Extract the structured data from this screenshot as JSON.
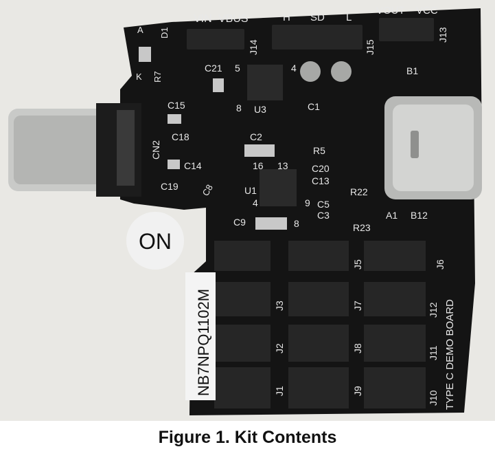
{
  "figure": {
    "caption": "Figure 1. Kit Contents"
  },
  "board": {
    "silkscreen": {
      "vin": "VIN",
      "vbus": "VBUS",
      "h": "H",
      "sd": "SD",
      "l": "L",
      "vout": "VOUT",
      "vcc": "VCC",
      "j14": "J14",
      "j15": "J15",
      "j13": "J13",
      "d1": "D1",
      "a": "A",
      "k": "K",
      "r7": "R7",
      "c21": "C21",
      "pin5": "5",
      "pin4": "4",
      "pin8": "8",
      "u3": "U3",
      "b1": "B1",
      "c15": "C15",
      "c18": "C18",
      "cn2": "CN2",
      "c14": "C14",
      "c19": "C19",
      "c2": "C2",
      "pin16": "16",
      "pin13": "13",
      "c8": "C8",
      "u1": "U1",
      "pin4b": "4",
      "pin9": "9",
      "c9": "C9",
      "pin8b": "8",
      "c20": "C20",
      "c13": "C13",
      "r22": "R22",
      "c5": "C5",
      "c3": "C3",
      "r23": "R23",
      "r5": "R5",
      "c1": "C1",
      "a1": "A1",
      "b12": "B12",
      "j6": "J6",
      "j5": "J5",
      "j3": "J3",
      "j7": "J7",
      "j12": "J12",
      "j2": "J2",
      "j8": "J8",
      "j11": "J11",
      "j1": "J1",
      "j9": "J9",
      "j10": "J10",
      "demo_board": "TYPE C DEMO BOARD",
      "logo": "ON",
      "part_number": "NB7NPQ1102M"
    }
  },
  "colors": {
    "pcb": "#141414",
    "silkscreen": "#e8e8e8",
    "background": "#e9e8e4",
    "usb_metal": "#c9cac8"
  }
}
